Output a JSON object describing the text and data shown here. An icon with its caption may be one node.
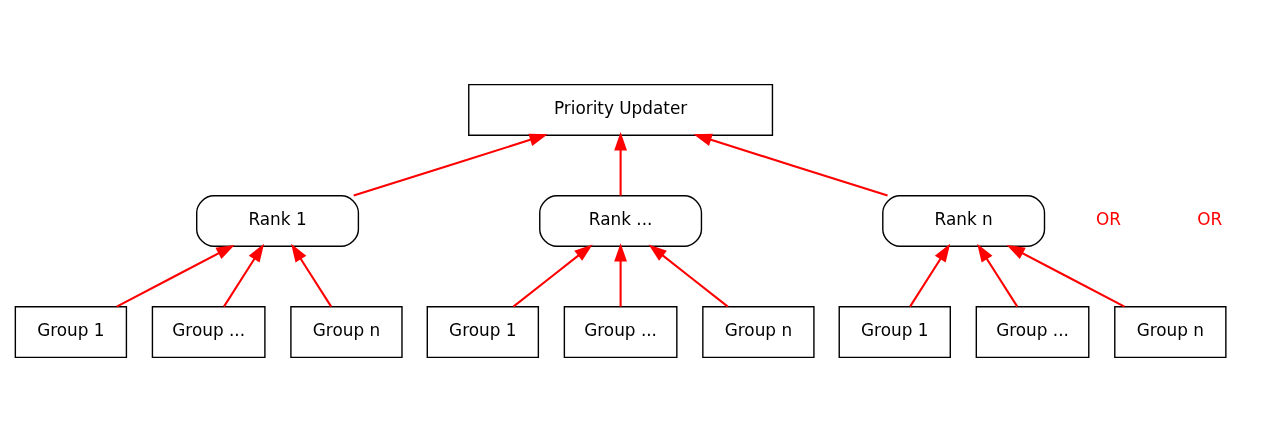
{
  "diagram": {
    "nodes": [
      {
        "text": [
          "Priority Updater"
        ]
      },
      {
        "text": [
          "Rank 1"
        ]
      },
      {
        "text": [
          "Rank ..."
        ]
      },
      {
        "text": [
          "Rank n"
        ]
      },
      {
        "text": [
          "Group 1"
        ]
      },
      {
        "text": [
          "Group ..."
        ]
      },
      {
        "text": [
          "Group n"
        ]
      },
      {
        "text": [
          "Group 1"
        ]
      },
      {
        "text": [
          "Group ..."
        ]
      },
      {
        "text": [
          "Group n"
        ]
      },
      {
        "text": [
          "Group 1"
        ]
      },
      {
        "text": [
          "Group ..."
        ]
      },
      {
        "text": [
          "Group n"
        ]
      }
    ],
    "edges": [
      {
        "from": 1,
        "to": 0,
        "arrow": "to",
        "color": "#ff0000"
      },
      {
        "from": 2,
        "to": 0,
        "arrow": "to",
        "color": "#ff0000"
      },
      {
        "from": 3,
        "to": 0,
        "arrow": "to",
        "color": "#ff0000"
      },
      {
        "from": 4,
        "to": 1,
        "arrow": "to",
        "color": "#ff0000"
      },
      {
        "from": 5,
        "to": 1,
        "arrow": "to",
        "color": "#ff0000"
      },
      {
        "from": 6,
        "to": 1,
        "arrow": "to",
        "color": "#ff0000"
      },
      {
        "from": 7,
        "to": 2,
        "arrow": "to",
        "color": "#ff0000"
      },
      {
        "from": 8,
        "to": 2,
        "arrow": "to",
        "color": "#ff0000"
      },
      {
        "from": 9,
        "to": 2,
        "arrow": "to",
        "color": "#ff0000"
      },
      {
        "from": 10,
        "to": 3,
        "arrow": "to",
        "color": "#ff0000"
      },
      {
        "from": 11,
        "to": 3,
        "arrow": "to",
        "color": "#ff0000"
      },
      {
        "from": 12,
        "to": 3,
        "arrow": "to",
        "color": "#ff0000"
      }
    ],
    "labels": [
      "OR",
      "OR"
    ]
  }
}
